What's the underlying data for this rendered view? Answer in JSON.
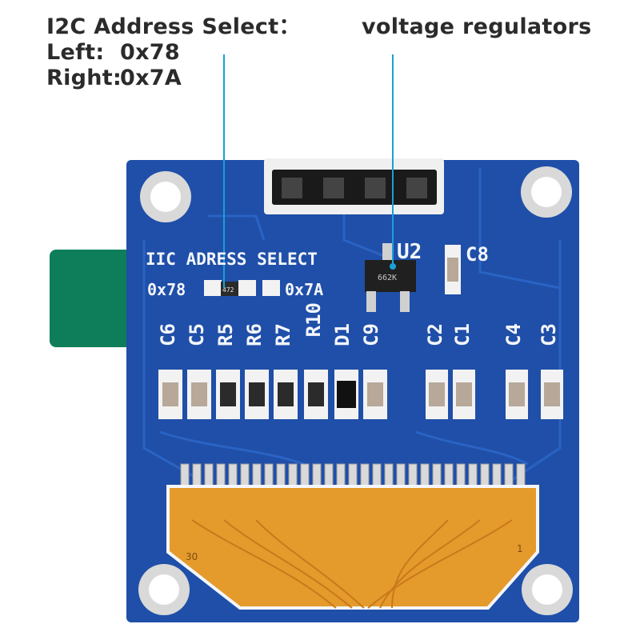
{
  "callouts": {
    "i2c_title": "I2C Address Select：",
    "left_label": "Left:",
    "left_value": "0x78",
    "right_label": "Right:",
    "right_value": "0x7A",
    "regulators": "voltage regulators"
  },
  "silkscreen": {
    "iic_header": "IIC ADRESS SELECT",
    "addr_left": "0x78",
    "addr_right": "0x7A",
    "u2": "U2",
    "c8": "C8",
    "reg_code": "662K",
    "resistor_code": "472",
    "pin_30": "30",
    "pin_1": "1",
    "components": [
      "C6",
      "C5",
      "R5",
      "R6",
      "R7",
      "R10",
      "D1",
      "C9",
      "C2",
      "C1",
      "C4",
      "C3"
    ]
  },
  "colors": {
    "pcb_blue": "#1f4fa8",
    "pcb_trace": "#2a63c4",
    "silkscreen": "#f4f6fb",
    "callout_line": "#1aa0d8",
    "flex_cable": "#e59a2c",
    "green_tab": "#0e7e5a"
  }
}
